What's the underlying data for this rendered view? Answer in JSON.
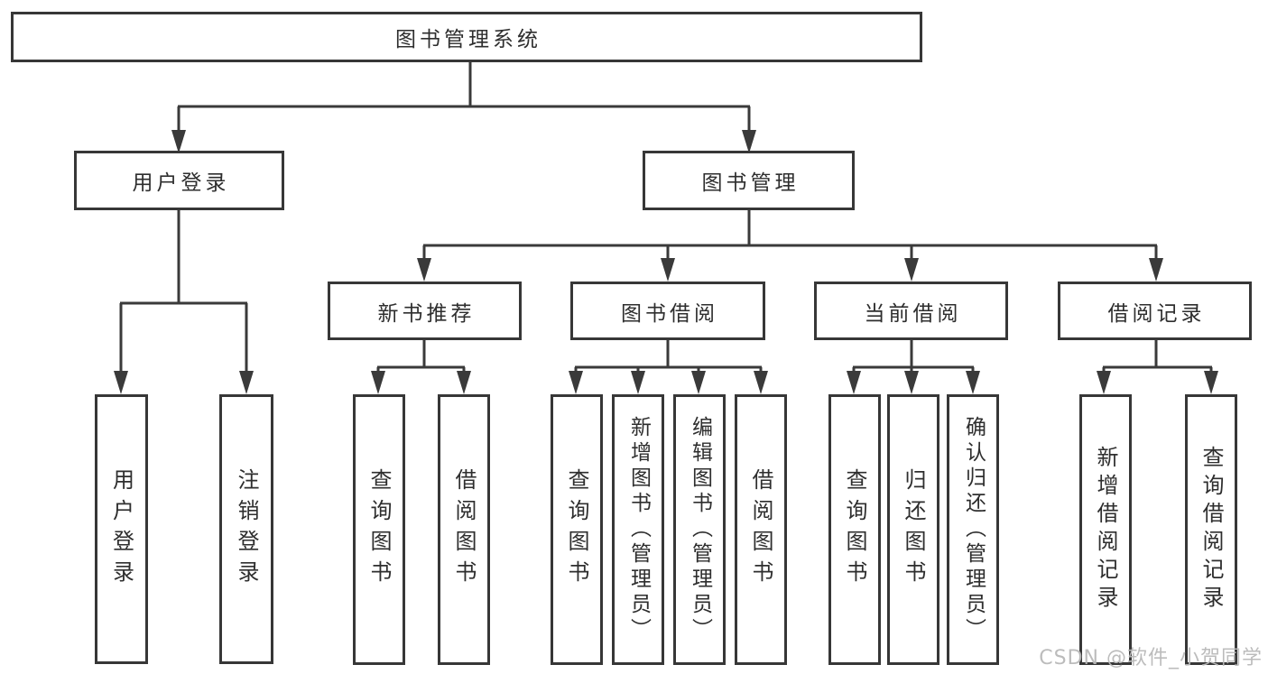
{
  "watermark": {
    "text": "CSDN @软件_小贺同学",
    "color": "#b8b8b8"
  },
  "colors": {
    "line": "#3a3a3a",
    "box_border": "#373737",
    "text": "#2e2e2e",
    "background": "#ffffff"
  },
  "tree": {
    "root": {
      "label": "图书管理系统",
      "children": [
        {
          "label": "用户登录",
          "children": [
            {
              "label": "用户登录"
            },
            {
              "label": "注销登录"
            }
          ]
        },
        {
          "label": "图书管理",
          "children": [
            {
              "label": "新书推荐",
              "children": [
                {
                  "label": "查询图书"
                },
                {
                  "label": "借阅图书"
                }
              ]
            },
            {
              "label": "图书借阅",
              "children": [
                {
                  "label": "查询图书"
                },
                {
                  "label": "新增图书（管理员）"
                },
                {
                  "label": "编辑图书（管理员）"
                },
                {
                  "label": "借阅图书"
                }
              ]
            },
            {
              "label": "当前借阅",
              "children": [
                {
                  "label": "查询图书"
                },
                {
                  "label": "归还图书"
                },
                {
                  "label": "确认归还（管理员）"
                }
              ]
            },
            {
              "label": "借阅记录",
              "children": [
                {
                  "label": "新增借阅记录"
                },
                {
                  "label": "查询借阅记录"
                }
              ]
            }
          ]
        }
      ]
    }
  }
}
